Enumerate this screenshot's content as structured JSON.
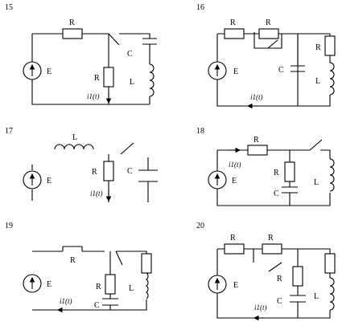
{
  "circuits": [
    {
      "number": "15",
      "labels": {
        "resistor_top": "R",
        "source": "E",
        "resistor_branch": "R",
        "capacitor": "C",
        "inductor": "L",
        "current": "i1(t)"
      }
    },
    {
      "number": "16",
      "labels": {
        "resistor_top": "R",
        "resistor_switched": "R",
        "resistor_right": "R",
        "source": "E",
        "capacitor": "C",
        "inductor": "L",
        "current": "i1(t)"
      }
    },
    {
      "number": "17",
      "labels": {
        "inductor": "L",
        "source": "E",
        "resistor": "R",
        "capacitor": "C",
        "current": "i1(t)"
      }
    },
    {
      "number": "18",
      "labels": {
        "resistor_top": "R",
        "source": "E",
        "resistor_branch": "R",
        "capacitor": "C",
        "inductor": "L",
        "current": "i1(t)"
      }
    },
    {
      "number": "19",
      "labels": {
        "resistor_top": "R",
        "source": "E",
        "resistor_branch": "R",
        "capacitor": "C",
        "inductor": "L",
        "current": "i1(t)"
      }
    },
    {
      "number": "20",
      "labels": {
        "resistor_top_1": "R",
        "resistor_top_2": "R",
        "source": "E",
        "resistor_branch": "R",
        "capacitor": "C",
        "inductor": "L",
        "current": "i1(t)"
      }
    }
  ]
}
